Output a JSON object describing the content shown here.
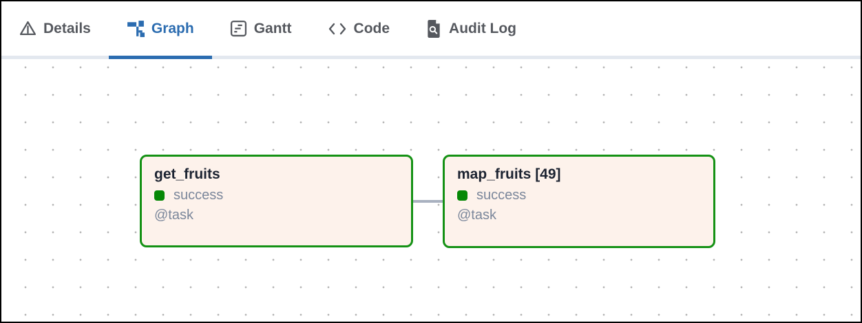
{
  "tab_bar": {
    "tabs": [
      {
        "label": "Details",
        "icon": "warning-triangle-icon",
        "active": false
      },
      {
        "label": "Graph",
        "icon": "graph-nodes-icon",
        "active": true
      },
      {
        "label": "Gantt",
        "icon": "gantt-chart-icon",
        "active": false
      },
      {
        "label": "Code",
        "icon": "code-brackets-icon",
        "active": false
      },
      {
        "label": "Audit Log",
        "icon": "document-search-icon",
        "active": false
      }
    ]
  },
  "graph": {
    "nodes": [
      {
        "title": "get_fruits",
        "status": "success",
        "decorator": "@task"
      },
      {
        "title": "map_fruits [49]",
        "status": "success",
        "decorator": "@task"
      }
    ],
    "edges": [
      {
        "from": "get_fruits",
        "to": "map_fruits [49]"
      }
    ]
  },
  "colors": {
    "active_tab_blue": "#2b6cb0",
    "inactive_tab_gray": "#55585e",
    "node_border_success_green": "#149114",
    "status_square_green": "#068806",
    "node_fill_peach": "#fdf2eb",
    "node_title_text": "#1c2331",
    "secondary_text_slate": "#7b879b",
    "edge_gray": "#a9b1c0",
    "tab_strip_gray": "#e3e8ef",
    "dot_grid_gray": "#b3b3b3"
  }
}
